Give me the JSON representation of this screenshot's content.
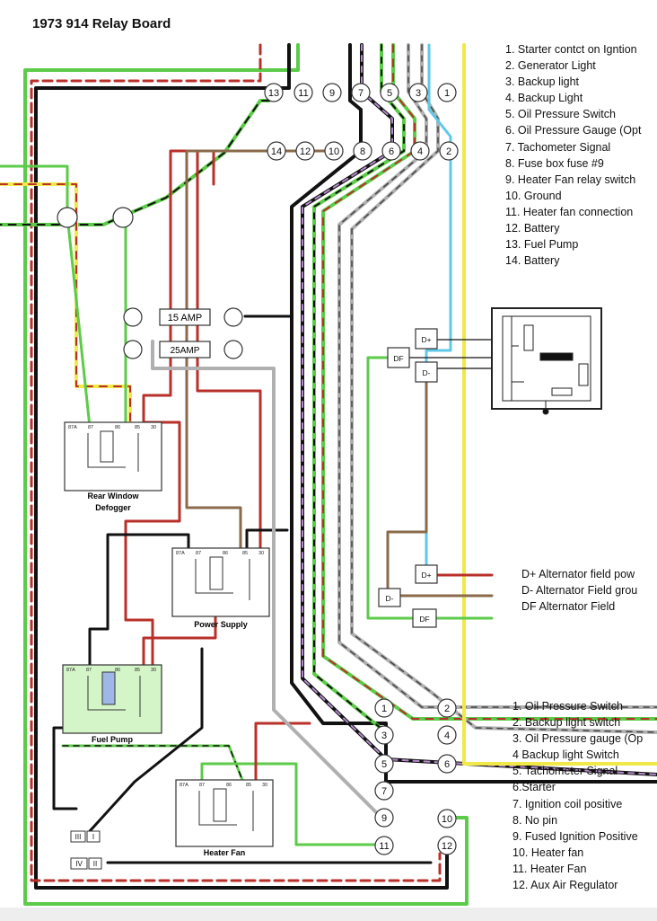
{
  "title": "1973 914 Relay Board",
  "legend_top": [
    "1. Starter contct on Igntion",
    "2. Generator Light",
    "3. Backup light",
    "4. Backup Light",
    "5. Oil Pressure Switch",
    "6. Oil Pressure Gauge (Opt",
    "7. Tachometer Signal",
    "8.  Fuse box fuse #9",
    "9. Heater Fan relay switch",
    "10.  Ground",
    "11. Heater fan connection",
    "12. Battery",
    "13. Fuel Pump",
    "14. Battery"
  ],
  "legend_bottom": [
    "1. Oil Pressure Switch",
    "2. Backup light switch",
    "3. Oil Pressure gauge (Op",
    "4 Backup light Switch",
    "5. Tachometer Signal",
    "6.Starter",
    "7.  Ignition coil positive",
    "8. No pin",
    "9. Fused Ignition Positive",
    "10. Heater fan",
    "11. Heater Fan",
    "12.   Aux Air Regulator"
  ],
  "legend_alternator": [
    "D+ Alternator field pow",
    "D- Alternator Field grou",
    "DF Alternator Field"
  ],
  "fuses": {
    "f15": "15 AMP",
    "f25": "25AMP"
  },
  "relays": {
    "rear": "Rear Window",
    "rear2": "Defogger",
    "power": "Power Supply",
    "fuel": "Fuel Pump",
    "heater": "Heater Fan"
  },
  "relay_pins": [
    "87A",
    "87",
    "86",
    "85",
    "30"
  ],
  "top_pins_row1": [
    "13",
    "11",
    "9",
    "7",
    "5",
    "3",
    "1"
  ],
  "top_pins_row2": [
    "14",
    "12",
    "10",
    "8",
    "6",
    "4",
    "2"
  ],
  "bottom_pins_left": [
    "1",
    "3",
    "5",
    "7",
    "9",
    "11"
  ],
  "bottom_pins_right": [
    "2",
    "4",
    "6",
    "10",
    "12"
  ],
  "alt_terminals": {
    "dplus": "D+",
    "dminus": "D-",
    "df": "DF"
  },
  "ground_labels": {
    "g1": "III",
    "g2": "I",
    "g3": "IV",
    "g4": "II"
  },
  "colors": {
    "red": "#b9302a",
    "green": "#5ccb49",
    "black": "#111111",
    "brown": "#8a6a4a",
    "yellow": "#f1e84a",
    "cyan": "#5fc8e8",
    "gray": "#b0b0b0",
    "violet": "#b48acb",
    "relay_fill": "#d4f5c8"
  }
}
